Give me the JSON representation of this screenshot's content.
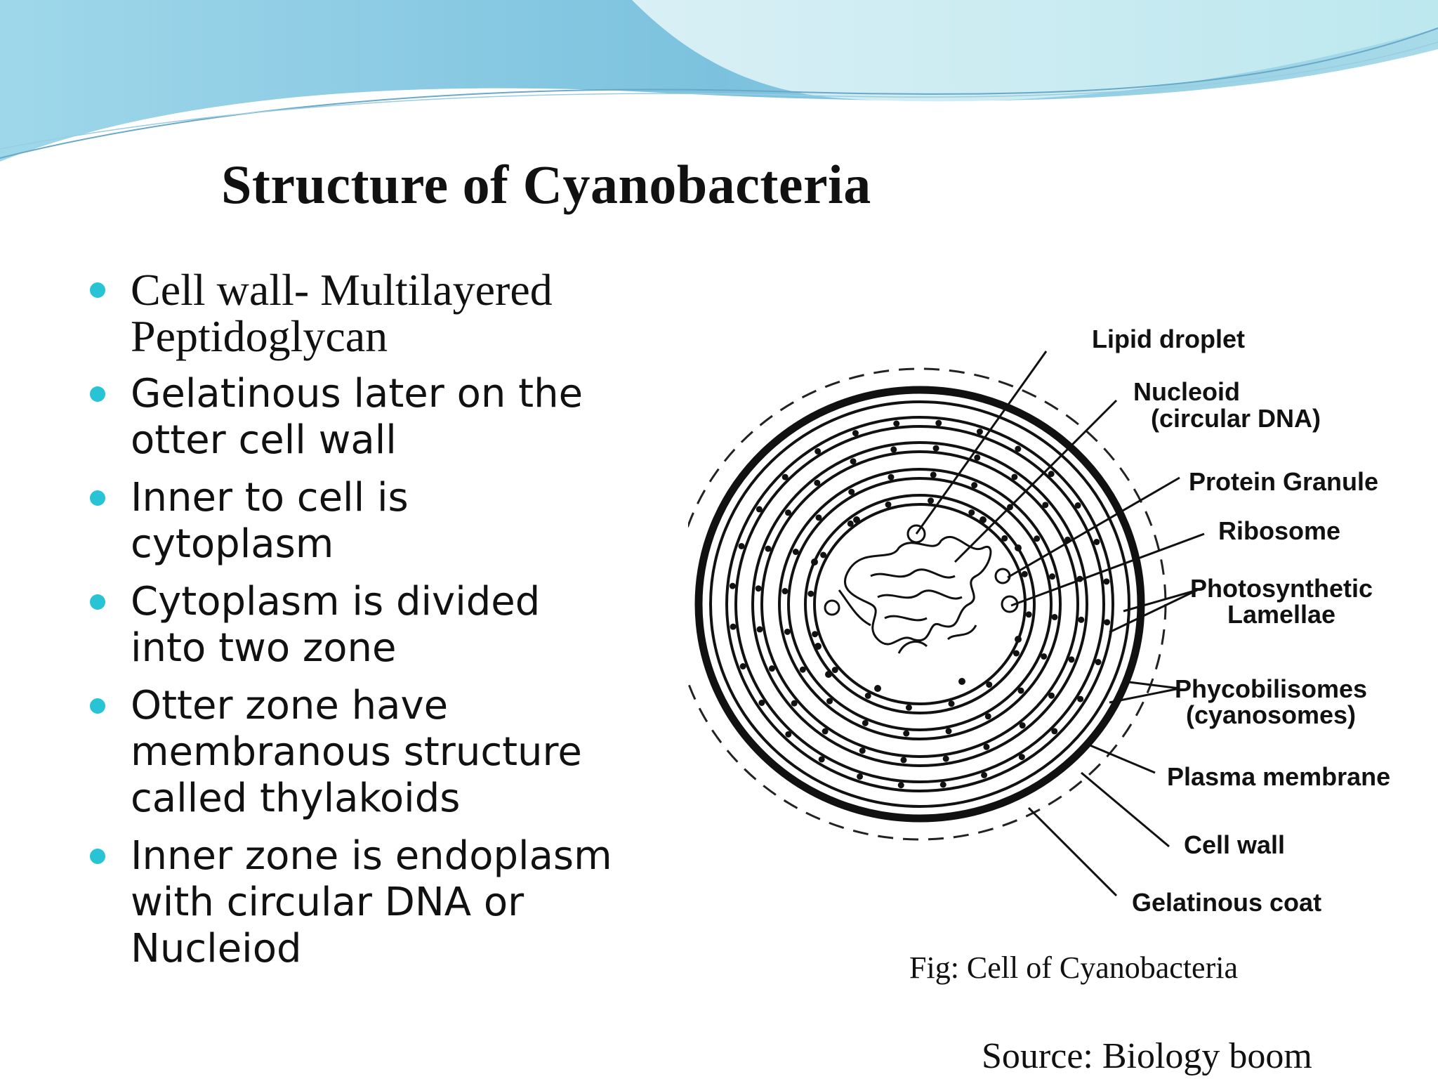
{
  "title": "Structure of Cyanobacteria",
  "bullets": [
    "Cell wall- Multilayered\nPeptidoglycan",
    "Gelatinous later on the\notter cell wall",
    "Inner to cell is\ncytoplasm",
    "Cytoplasm  is divided\ninto two zone",
    "Otter zone  have\nmembranous structure\ncalled thylakoids",
    "Inner zone is endoplasm\nwith circular DNA or\nNucleiod"
  ],
  "diagram": {
    "labels": {
      "lipid_droplet": "Lipid droplet",
      "nucleoid": "Nucleoid",
      "nucleoid_sub": "(circular DNA)",
      "protein_granule": "Protein Granule",
      "ribosome": "Ribosome",
      "photosynthetic": "Photosynthetic",
      "lamellae": "Lamellae",
      "phycobilisomes": "Phycobilisomes",
      "cyanosomes": "(cyanosomes)",
      "plasma_membrane": "Plasma membrane",
      "cell_wall": "Cell wall",
      "gelatinous_coat": "Gelatinous coat"
    },
    "caption": "Fig: Cell of Cyanobacteria"
  },
  "source": "Source: Biology boom",
  "colors": {
    "accent": "#29c3d6",
    "wave_dark": "#7fbfdc",
    "wave_light": "#cdeef4"
  }
}
